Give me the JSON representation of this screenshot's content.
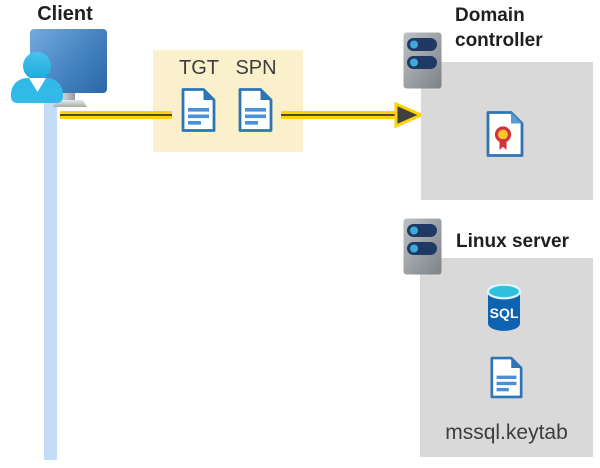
{
  "client": {
    "label": "Client"
  },
  "ticket_box": {
    "tgt_label": "TGT",
    "spn_label": "SPN"
  },
  "domain_controller": {
    "title": "Domain controller"
  },
  "linux_server": {
    "title": "Linux server",
    "sql_badge": "SQL",
    "keytab_label": "mssql.keytab"
  },
  "colors": {
    "arrow_yellow": "#ffd10a",
    "arrow_core_dark": "#514d2a",
    "arrowhead_gray": "#3f4040",
    "ticket_box_yellow": "#faf1cc",
    "server_box_gray": "#d9d9d9",
    "document_blue": "#2e75b6",
    "document_line_blue": "#4a90d9",
    "server_bar_navy": "#1f3964",
    "server_dot_cyan": "#3eaadc",
    "person_cyan": "#32b9e7",
    "monitor_blue_light": "#74abdf",
    "monitor_blue_dark": "#2b67a8",
    "client_connection_blue": "#c5dcf6",
    "sql_body_blue": "#0d63b0",
    "sql_top_cyan": "#2fc1dd",
    "certificate_red": "#d13438",
    "certificate_gold": "#ffc72c",
    "heading_text": "#1f1f1f",
    "label_text": "#3d3d3d"
  }
}
